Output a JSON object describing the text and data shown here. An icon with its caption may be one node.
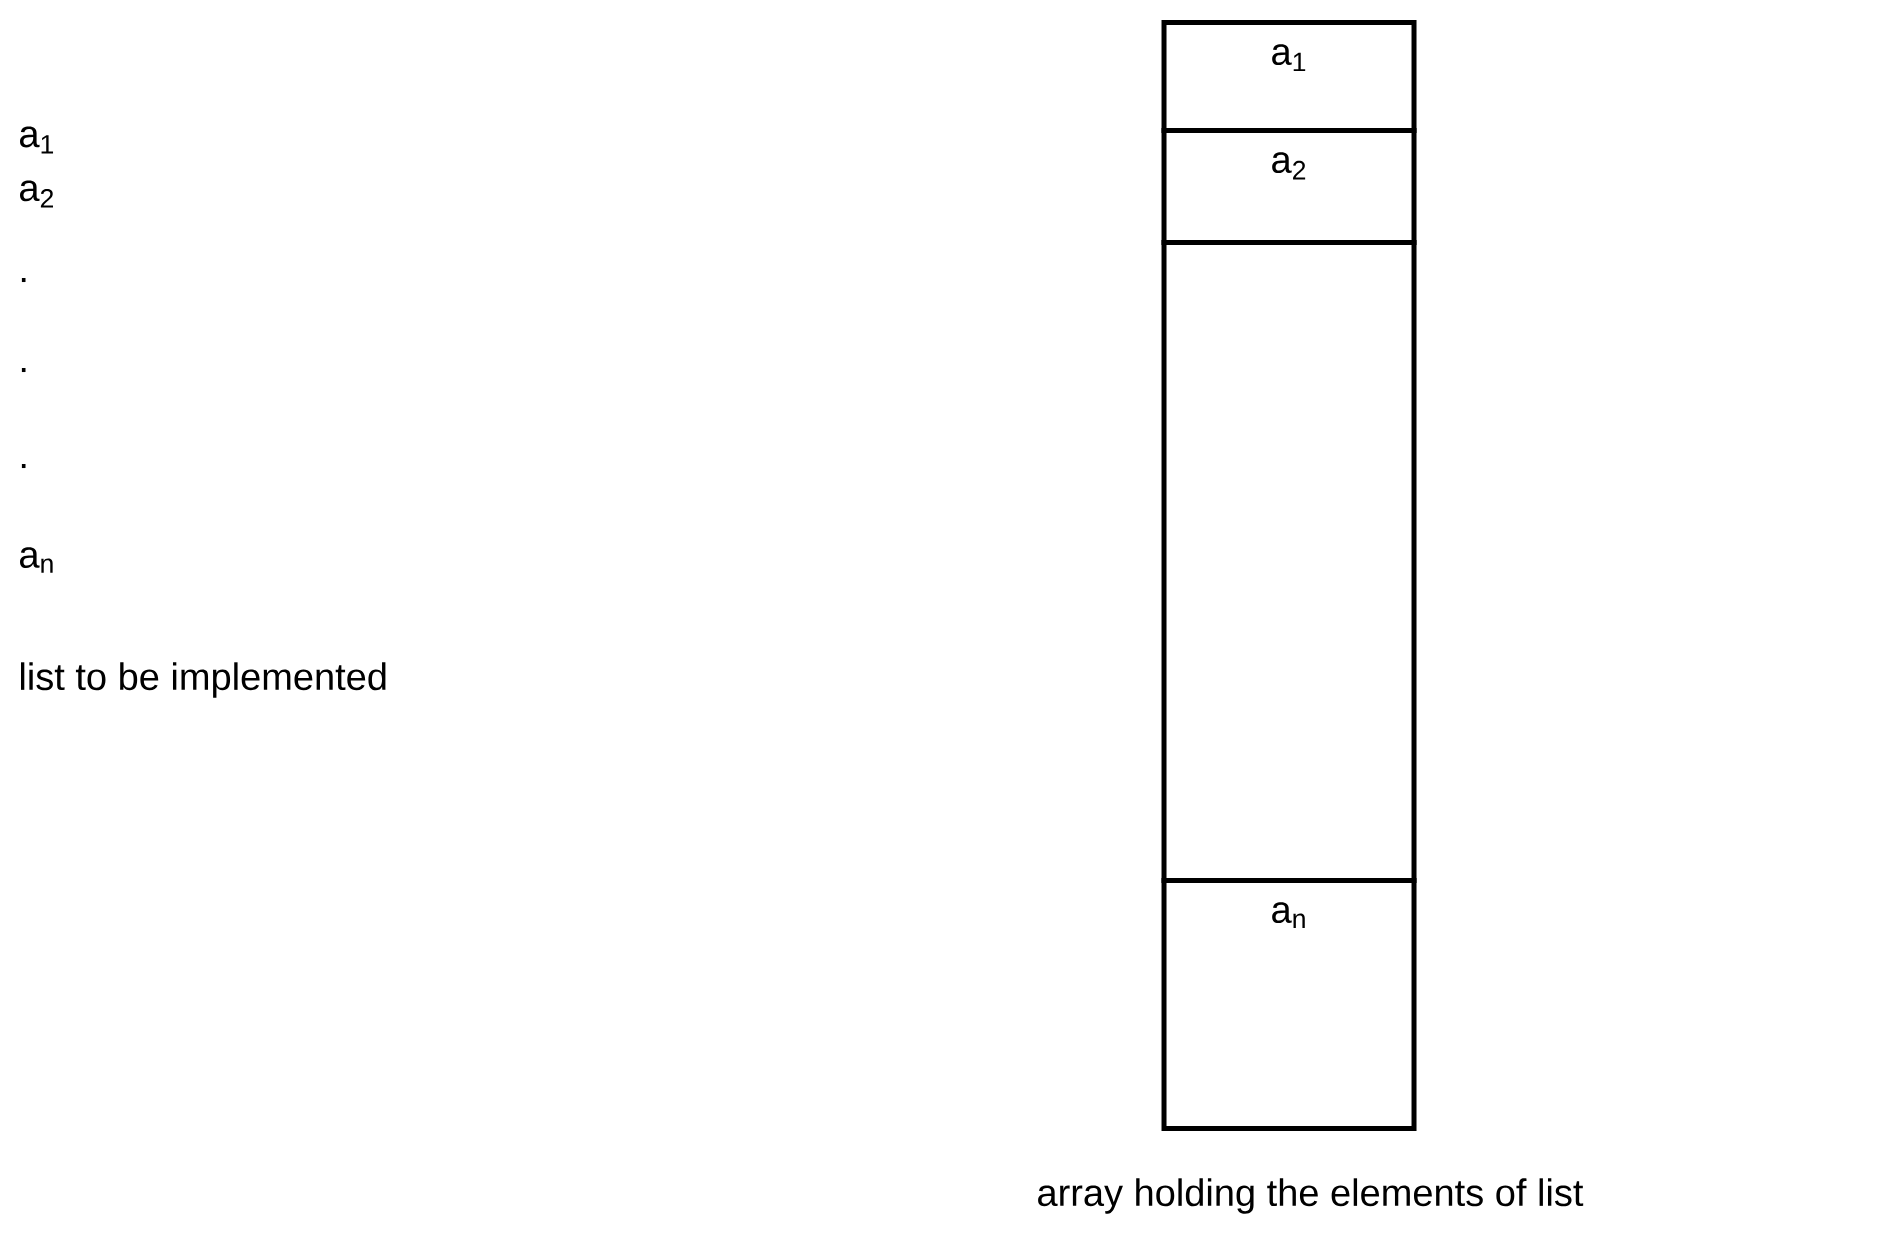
{
  "diagram": {
    "nodes": [
      {
        "text": [
          "a$_{1}$"
        ]
      },
      {
        "text": [
          "a$_{2}$"
        ]
      },
      {
        "text": [],
        "shape": "box"
      },
      {
        "text": [
          "a$_{n}$"
        ]
      }
    ],
    "labels": [
      "a$_{1}$",
      "a$_{2}$",
      ".",
      ".",
      ".",
      "a$_{n}$",
      "list to be implemented",
      "array holding the elements of list"
    ]
  }
}
